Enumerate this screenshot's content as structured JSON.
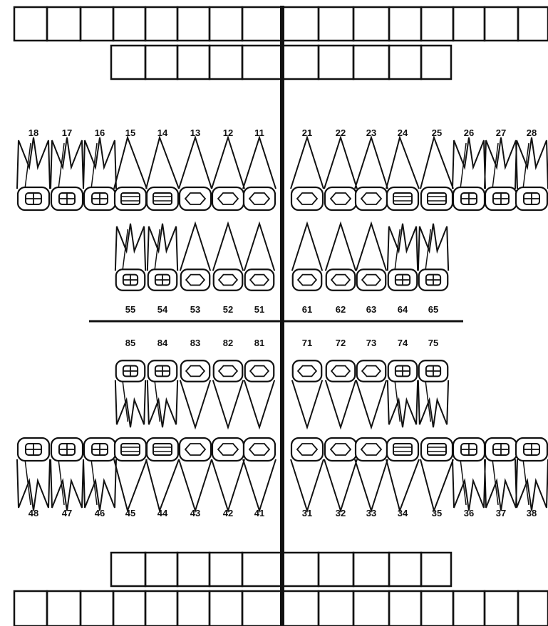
{
  "odontogram": {
    "upper_permanent": {
      "right": [
        "18",
        "17",
        "16",
        "15",
        "14",
        "13",
        "12",
        "11"
      ],
      "left": [
        "21",
        "22",
        "23",
        "24",
        "25",
        "26",
        "27",
        "28"
      ]
    },
    "upper_primary": {
      "right": [
        "55",
        "54",
        "53",
        "52",
        "51"
      ],
      "left": [
        "61",
        "62",
        "63",
        "64",
        "65"
      ]
    },
    "lower_primary": {
      "right": [
        "85",
        "84",
        "83",
        "82",
        "81"
      ],
      "left": [
        "71",
        "72",
        "73",
        "74",
        "75"
      ]
    },
    "lower_permanent": {
      "right": [
        "48",
        "47",
        "46",
        "45",
        "44",
        "43",
        "42",
        "41"
      ],
      "left": [
        "31",
        "32",
        "33",
        "34",
        "35",
        "36",
        "37",
        "38"
      ]
    }
  }
}
